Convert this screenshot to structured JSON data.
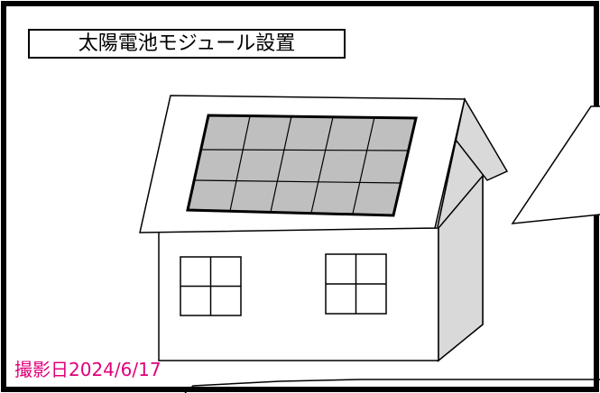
{
  "title": "太陽電池モジュール設置",
  "photo_date": "撮影日2024/6/17",
  "colors": {
    "frame": "#000000",
    "panel_fill": "#bfbfbf",
    "wall_shadow": "#d9d9d9",
    "date_text": "#e0007a"
  },
  "house": {
    "windows": 2,
    "solar_panel_grid": {
      "rows": 3,
      "cols": 5
    }
  }
}
